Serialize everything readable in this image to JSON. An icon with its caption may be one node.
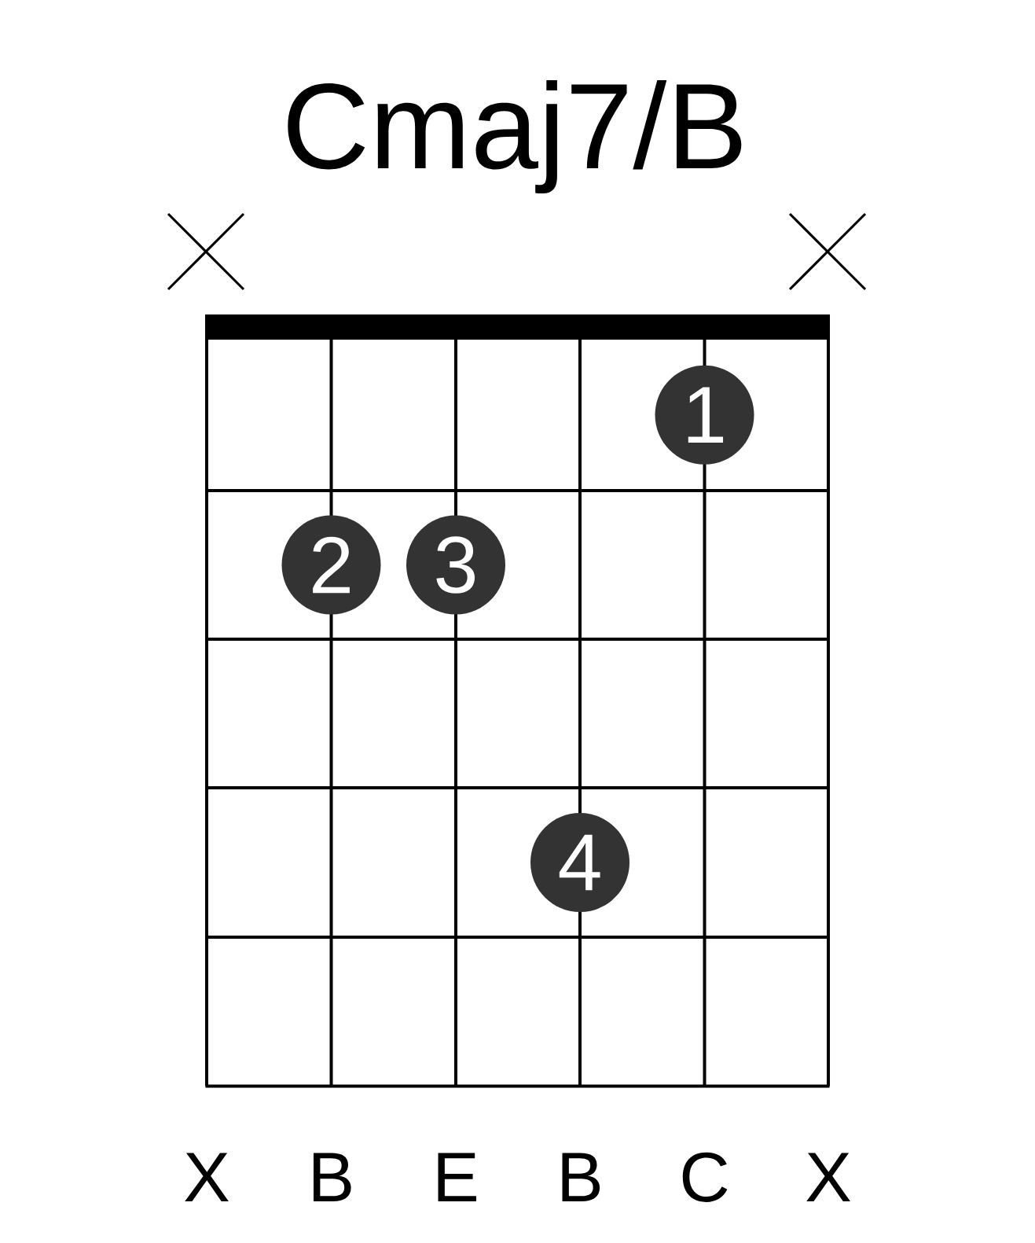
{
  "diagram": {
    "title": "Cmaj7/B",
    "nodes": [
      {
        "text": [
          "1"
        ]
      },
      {
        "text": [
          "2"
        ]
      },
      {
        "text": [
          "3"
        ]
      },
      {
        "text": [
          "4"
        ]
      }
    ],
    "edges": [],
    "labels": [
      "X",
      "B",
      "E",
      "B",
      "C",
      "X"
    ]
  }
}
